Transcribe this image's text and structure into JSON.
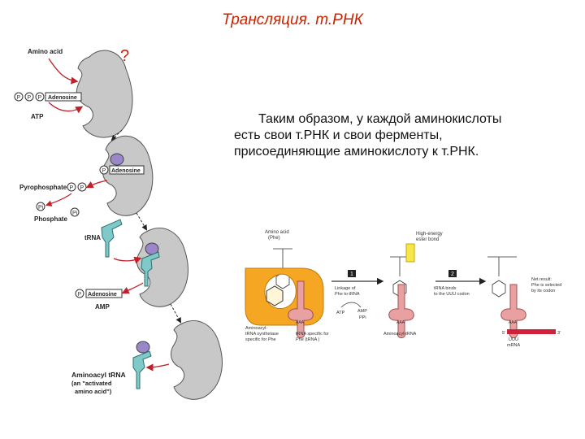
{
  "title": "Трансляция. т.РНК",
  "question_mark": "?",
  "body_text": {
    "line1": "Таким образом, у каждой аминокислоты",
    "line2": "есть свои т.РНК и свои ферменты,",
    "line3": "присоединяющие аминокислоту к т.РНК."
  },
  "left_diagram": {
    "amino_acid": "Amino acid",
    "p": "P",
    "adenosine_1": "Adenosine",
    "atp": "ATP",
    "adenosine_2": "Adenosine",
    "pyrophosphate": "Pyrophosphate",
    "pi": "Pi",
    "phosphate": "Phosphate",
    "trna": "tRNA",
    "adenosine_3": "Adenosine",
    "amp": "AMP",
    "aminoacyl_trna": "Aminoacyl tRNA",
    "activated_1": "(an \"activated",
    "activated_2": "amino acid\")"
  },
  "right_diagram": {
    "amino_acid": "Amino acid",
    "phe": "(Phe)",
    "high_energy_1": "High-energy",
    "high_energy_2": "ester bond",
    "step1": "1",
    "step2": "2",
    "linkage_1": "Linkage of",
    "linkage_2": "Phe to tRNA",
    "trna_binds_1": "tRNA    binds",
    "trna_binds_2": "to the UUU codon",
    "atp": "ATP",
    "amp": "AMP",
    "ppi": "PPi",
    "synthetase_1": "Aminoacyl-",
    "synthetase_2": "tRNA synthetase",
    "synthetase_3": "specific for Phe",
    "trna_specific_1": "tRNA specific for",
    "trna_specific_2": "Phe (tRNA    )",
    "aminoacyl_trna": "Aminoacyl-tRNA",
    "aaa": "AAA",
    "net_1": "Net result:",
    "net_2": "Phe is selected",
    "net_3": "by its codon",
    "five": "5'",
    "uuu": "UUU",
    "three": "3'",
    "mrna": "mRNA"
  },
  "colors": {
    "title": "#cc2200",
    "enzyme_gray": "#c8c8c8",
    "enzyme_orange": "#f5a623",
    "trna_teal": "#7fc9c9",
    "trna_pink": "#e8a0a0",
    "amino_purple": "#9a86c8",
    "mrna_red": "#d0203a"
  }
}
